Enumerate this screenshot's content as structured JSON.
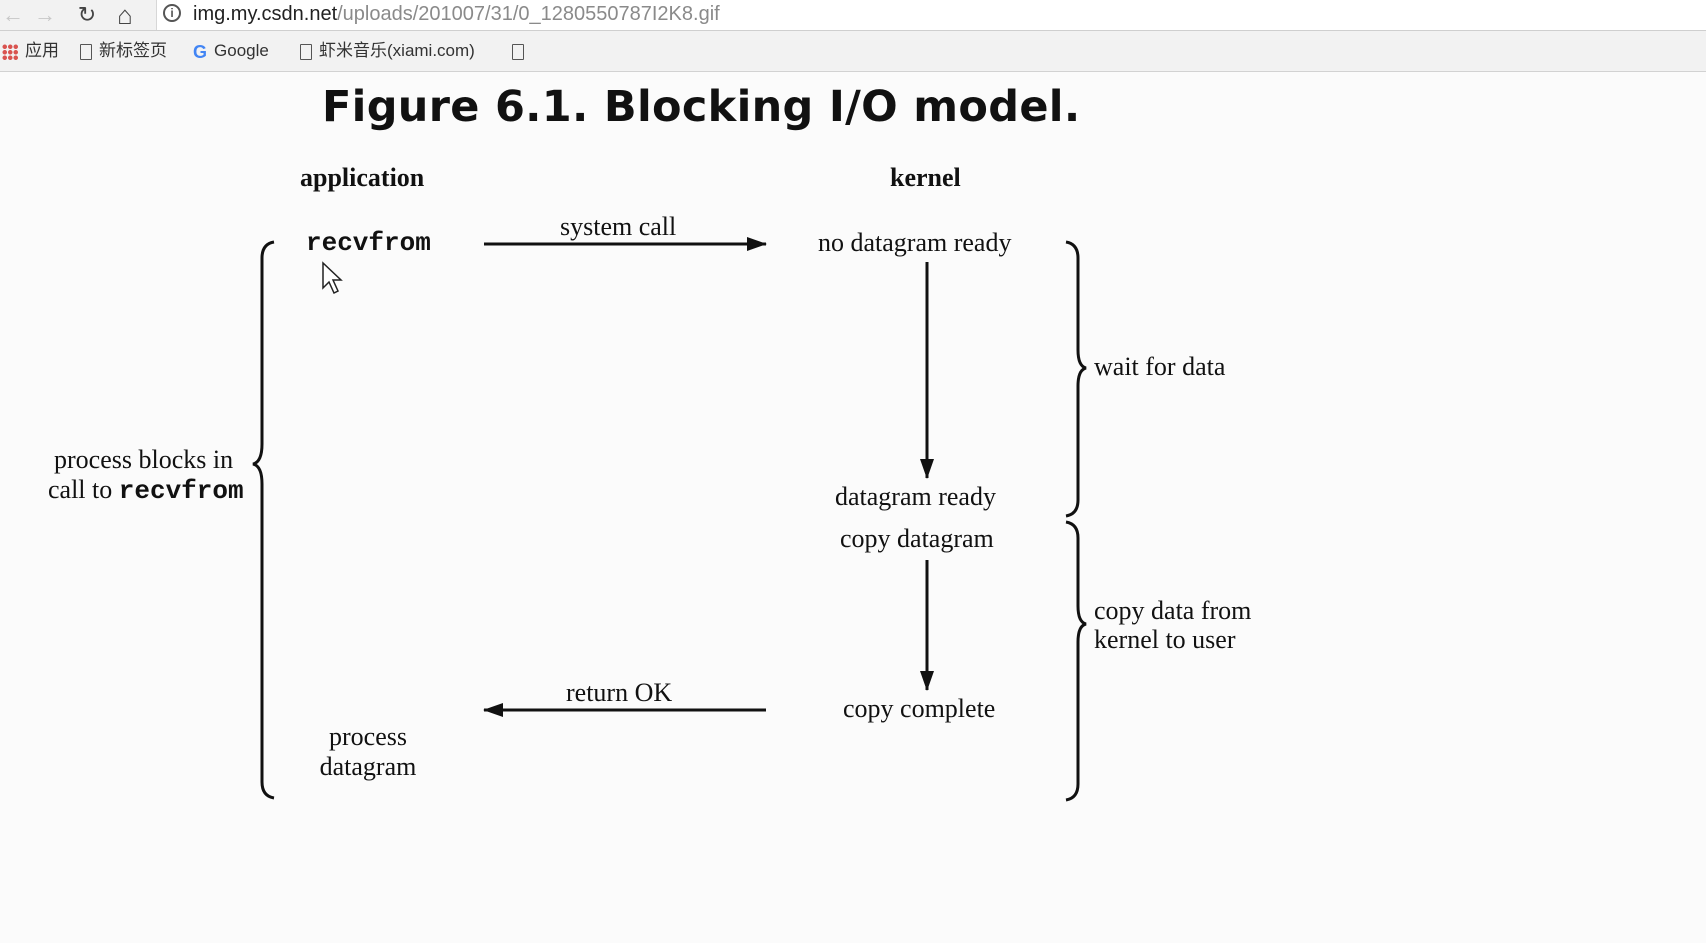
{
  "browser": {
    "back_icon": "←",
    "forward_icon": "→",
    "reload_icon": "↻",
    "home_icon": "⌂",
    "info_icon": "i",
    "url_host": "img.my.csdn.net",
    "url_path": "/uploads/201007/31/0_1280550787I2K8.gif",
    "bookmarks": [
      {
        "label": "应用"
      },
      {
        "label": "新标签页"
      },
      {
        "label": "Google"
      },
      {
        "label": "虾米音乐(xiami.com)"
      },
      {
        "label": ""
      }
    ]
  },
  "figure": {
    "title": "Figure 6.1. Blocking I/O model.",
    "app_header": "application",
    "kernel_header": "kernel",
    "recvfrom": "recvfrom",
    "system_call": "system call",
    "no_datagram_ready": "no datagram ready",
    "wait_for_data": "wait for data",
    "process_blocks_line1": "process blocks in",
    "process_blocks_line2_prefix": "call to ",
    "process_blocks_line2_code": "recvfrom",
    "datagram_ready": "datagram ready",
    "copy_datagram": "copy datagram",
    "copy_data_line1": "copy data from",
    "copy_data_line2": "kernel to user",
    "return_ok": "return OK",
    "copy_complete": "copy complete",
    "process_line1": "process",
    "process_line2": "datagram"
  }
}
